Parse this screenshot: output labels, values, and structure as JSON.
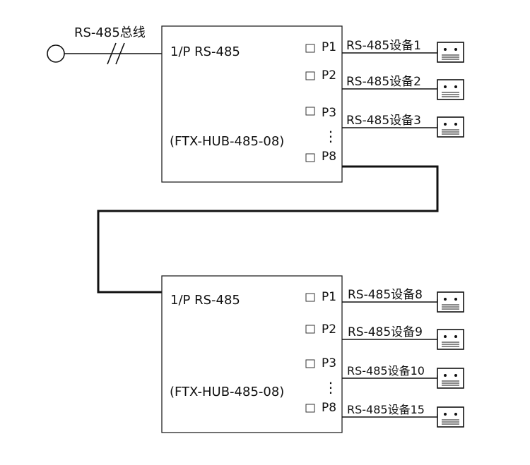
{
  "bus": {
    "label": "RS-485总线"
  },
  "hubs": [
    {
      "input_label": "1/P RS-485",
      "model": "(FTX-HUB-485-08)",
      "ports": [
        {
          "port": "P1",
          "device": "RS-485设备1"
        },
        {
          "port": "P2",
          "device": "RS-485设备2"
        },
        {
          "port": "P3",
          "device": "RS-485设备3"
        },
        {
          "port": "P8",
          "device": ""
        }
      ]
    },
    {
      "input_label": "1/P RS-485",
      "model": "(FTX-HUB-485-08)",
      "ports": [
        {
          "port": "P1",
          "device": "RS-485设备8"
        },
        {
          "port": "P2",
          "device": "RS-485设备9"
        },
        {
          "port": "P3",
          "device": "RS-485设备10"
        },
        {
          "port": "P8",
          "device": "RS-485设备15"
        }
      ]
    }
  ],
  "ellipsis": "⋮"
}
